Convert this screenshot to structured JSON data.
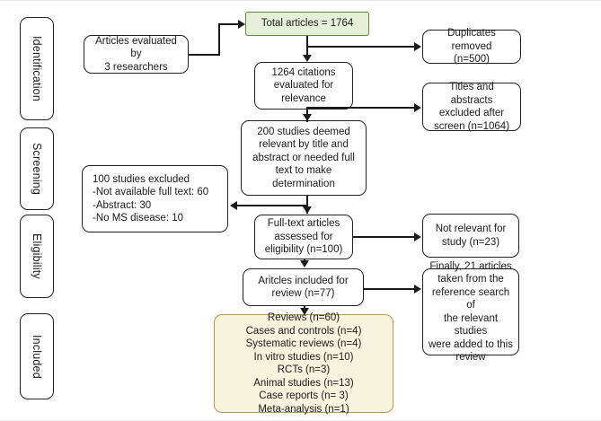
{
  "diagram": {
    "title": "PRISMA study selection flow diagram",
    "colors": {
      "highlight_green_fill": "#e6efd9",
      "highlight_green_border": "#5b8a3c",
      "highlight_cream_fill": "#f7f3dc",
      "highlight_cream_border": "#b49b54",
      "line": "#1a1a1a",
      "box_border": "#202020",
      "background": "#ffffff"
    }
  },
  "stages": [
    {
      "label": "Identification"
    },
    {
      "label": "Screening"
    },
    {
      "label": "Eligibility"
    },
    {
      "label": "Included"
    }
  ],
  "nodes": {
    "researchers": "Articles evaluated by\n3 researchers",
    "total_articles": "Total articles = 1764",
    "duplicates_removed": "Duplicates removed\n(n=500)",
    "citations_evaluated": "1264 citations\nevaluated for\nrelevance",
    "titles_abstracts_excluded": "Titles and abstracts\nexcluded after\nscreen (n=1064)",
    "studies_deemed_relevant": "200 studies deemed\nrelevant by title and\nabstract or needed full\ntext to make\ndetermination",
    "studies_excluded": "100 studies excluded\n-Not available full text:  60\n-Abstract: 30\n-No MS disease: 10",
    "full_text_assessed": "Full-text articles\nassessed for\neligibility (n=100)",
    "not_relevant": "Not relevant for\nstudy (n=23)",
    "articles_included": "Aritcles included for\nreview (n=77)",
    "reference_search": "Finally, 21 articles\ntaken from the\nreference search of\nthe relevant studies\nwere added to this\nreview",
    "included_breakdown": "Reviews (n=60)\nCases and controls (n=4)\nSystematic reviews (n=4)\nIn vitro studies (n=10)\nRCTs (n=3)\nAnimal studies (n=13)\nCase reports (n= 3)\nMeta-analysis (n=1)"
  },
  "chart_data": {
    "type": "diagram",
    "title": "PRISMA study selection flow diagram",
    "stages": [
      "Identification",
      "Screening",
      "Eligibility",
      "Included"
    ],
    "counts": {
      "total_articles": 1764,
      "duplicates_removed": 500,
      "citations_evaluated_for_relevance": 1264,
      "titles_and_abstracts_excluded_after_screen": 1064,
      "studies_deemed_relevant": 200,
      "studies_excluded_at_full_text": 100,
      "excluded_not_available_full_text": 60,
      "excluded_abstract_only": 30,
      "excluded_no_ms_disease": 10,
      "full_text_assessed_for_eligibility": 100,
      "not_relevant_for_study": 23,
      "articles_included_for_review": 77,
      "articles_added_from_reference_search": 21,
      "reviewers": 3
    },
    "included_study_types": [
      {
        "label": "Reviews",
        "n": 60
      },
      {
        "label": "Cases and controls",
        "n": 4
      },
      {
        "label": "Systematic reviews",
        "n": 4
      },
      {
        "label": "In vitro studies",
        "n": 10
      },
      {
        "label": "RCTs",
        "n": 3
      },
      {
        "label": "Animal studies",
        "n": 13
      },
      {
        "label": "Case reports",
        "n": 3
      },
      {
        "label": "Meta-analysis",
        "n": 1
      }
    ]
  }
}
